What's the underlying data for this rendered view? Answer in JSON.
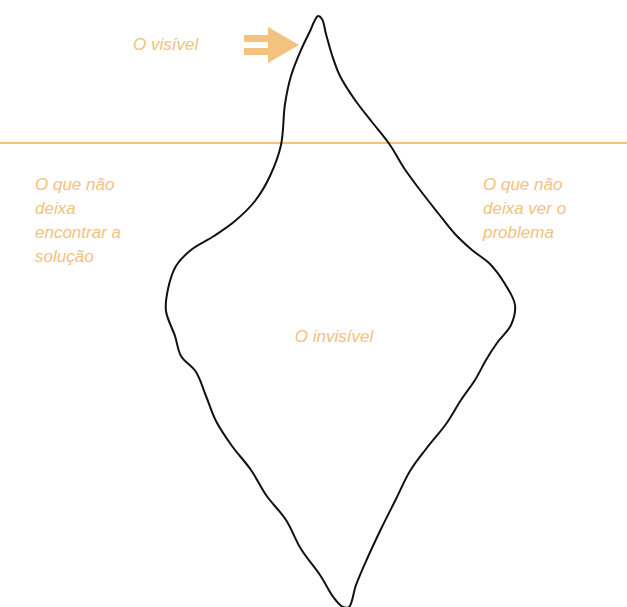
{
  "diagram": {
    "nodes": [
      {
        "text": [
          "O invisível"
        ]
      }
    ],
    "labels": [
      "O visível",
      "O que não deixa encontrar a solução",
      "O que não deixa ver o problema"
    ]
  }
}
